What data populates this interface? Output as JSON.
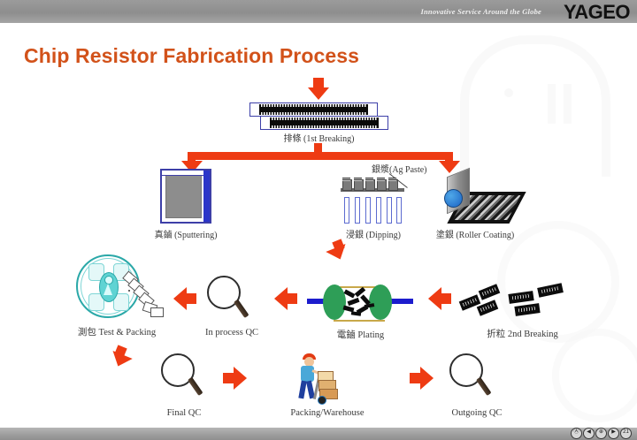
{
  "header": {
    "tagline": "Innovative Service Around the Globe",
    "logo": "YAGEO"
  },
  "title": "Chip Resistor Fabrication Process",
  "colors": {
    "title": "#d2521a",
    "arrow": "#ee3b13",
    "header_band": "#8e8e8e",
    "reel": "#2aa8a8",
    "plating_drum": "#2e9e57",
    "shaft": "#1c1ccd",
    "substrate_frame": "#3d3fa8"
  },
  "steps": [
    {
      "id": "first-breaking",
      "label": "排條 (1st Breaking)"
    },
    {
      "id": "sputtering",
      "label": "真鏀 (Sputtering)"
    },
    {
      "id": "ag-paste",
      "label": "銀漿(Ag Paste)"
    },
    {
      "id": "dipping",
      "label": "浸銀 (Dipping)"
    },
    {
      "id": "roller-coating",
      "label": "塗銀 (Roller Coating)"
    },
    {
      "id": "test-packing",
      "label": "測包 Test  &  Packing"
    },
    {
      "id": "in-process-qc",
      "label": "In process QC"
    },
    {
      "id": "plating",
      "label": "電鏀  Plating"
    },
    {
      "id": "second-breaking",
      "label": "折粒  2nd Breaking"
    },
    {
      "id": "final-qc",
      "label": "Final QC"
    },
    {
      "id": "packing-warehouse",
      "label": "Packing/Warehouse"
    },
    {
      "id": "outgoing-qc",
      "label": "Outgoing QC"
    }
  ],
  "footer": {
    "nav": [
      {
        "id": "nav-first",
        "glyph": "Ⓐ"
      },
      {
        "id": "nav-prev",
        "glyph": "◀"
      },
      {
        "id": "nav-home",
        "glyph": "⊕"
      },
      {
        "id": "nav-next",
        "glyph": "▶"
      },
      {
        "id": "page-number",
        "glyph": "21"
      }
    ]
  }
}
